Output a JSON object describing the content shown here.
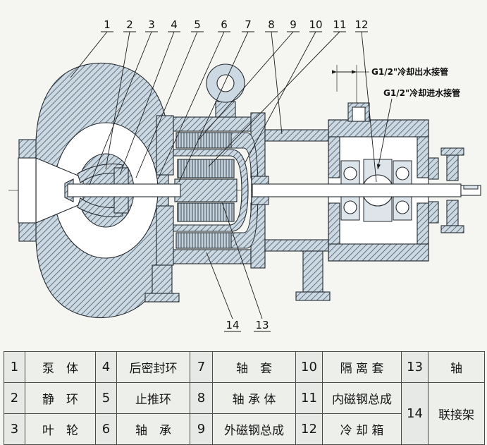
{
  "figure": {
    "callouts_top": [
      "1",
      "2",
      "3",
      "4",
      "5",
      "6",
      "7",
      "8",
      "9",
      "10",
      "11",
      "12"
    ],
    "callout_13": "13",
    "callout_14": "14",
    "annotations": {
      "outlet_pipe": "G1/2\"冷却出水接管",
      "inlet_pipe": "G1/2\"冷却进水接管"
    }
  },
  "parts_table": {
    "entries": [
      {
        "no": "1",
        "name": "泵　体"
      },
      {
        "no": "2",
        "name": "静　环"
      },
      {
        "no": "3",
        "name": "叶　轮"
      },
      {
        "no": "4",
        "name": "后密封环"
      },
      {
        "no": "5",
        "name": "止推环"
      },
      {
        "no": "6",
        "name": "轴　承"
      },
      {
        "no": "7",
        "name": "轴　套"
      },
      {
        "no": "8",
        "name": "轴 承 体"
      },
      {
        "no": "9",
        "name": "外磁钢总成"
      },
      {
        "no": "10",
        "name": "隔 离 套"
      },
      {
        "no": "11",
        "name": "内磁钢总成"
      },
      {
        "no": "12",
        "name": "冷 却 箱"
      },
      {
        "no": "13",
        "name": "轴"
      },
      {
        "no": "14",
        "name": "联接架"
      }
    ]
  }
}
